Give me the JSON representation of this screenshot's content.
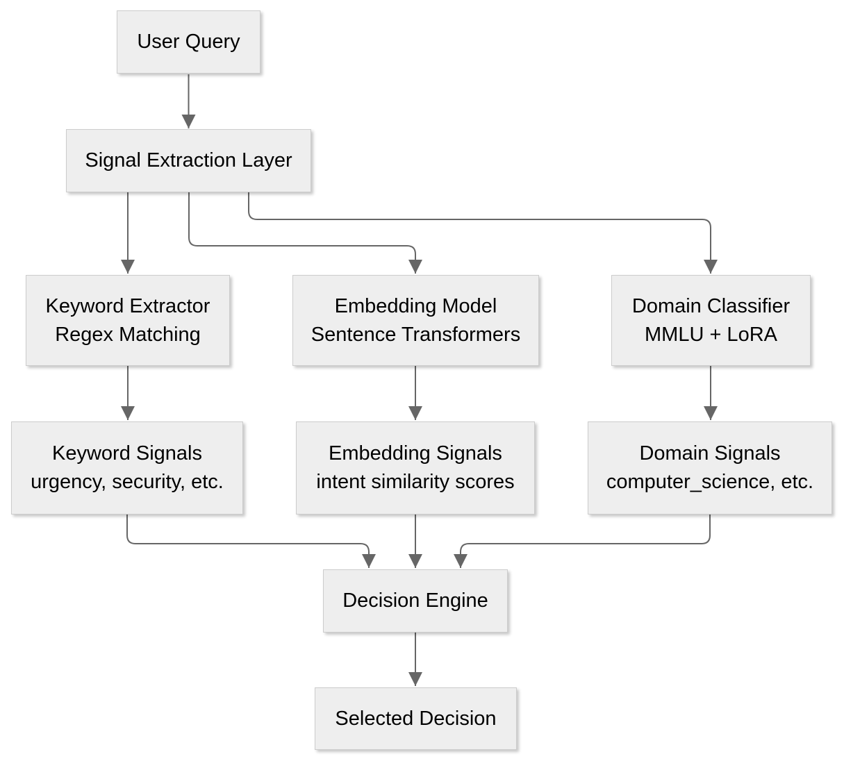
{
  "diagram": {
    "type": "flowchart",
    "colors": {
      "background": "#ffffff",
      "node_fill": "#eeeeee",
      "node_border": "#cccccc",
      "arrow_color": "#666666",
      "text_color": "#000000"
    },
    "nodes": {
      "user_query": {
        "title": "User Query"
      },
      "signal_extraction_layer": {
        "title": "Signal Extraction Layer"
      },
      "keyword_extractor": {
        "title": "Keyword Extractor",
        "subtitle": "Regex Matching"
      },
      "embedding_model": {
        "title": "Embedding Model",
        "subtitle": "Sentence Transformers"
      },
      "domain_classifier": {
        "title": "Domain Classifier",
        "subtitle": "MMLU + LoRA"
      },
      "keyword_signals": {
        "title": "Keyword Signals",
        "subtitle": "urgency, security, etc."
      },
      "embedding_signals": {
        "title": "Embedding Signals",
        "subtitle": "intent similarity scores"
      },
      "domain_signals": {
        "title": "Domain Signals",
        "subtitle": "computer_science, etc."
      },
      "decision_engine": {
        "title": "Decision Engine"
      },
      "selected_decision": {
        "title": "Selected Decision"
      }
    },
    "edges": [
      {
        "from": "user_query",
        "to": "signal_extraction_layer"
      },
      {
        "from": "signal_extraction_layer",
        "to": "keyword_extractor"
      },
      {
        "from": "signal_extraction_layer",
        "to": "embedding_model"
      },
      {
        "from": "signal_extraction_layer",
        "to": "domain_classifier"
      },
      {
        "from": "keyword_extractor",
        "to": "keyword_signals"
      },
      {
        "from": "embedding_model",
        "to": "embedding_signals"
      },
      {
        "from": "domain_classifier",
        "to": "domain_signals"
      },
      {
        "from": "keyword_signals",
        "to": "decision_engine"
      },
      {
        "from": "embedding_signals",
        "to": "decision_engine"
      },
      {
        "from": "domain_signals",
        "to": "decision_engine"
      },
      {
        "from": "decision_engine",
        "to": "selected_decision"
      }
    ]
  }
}
